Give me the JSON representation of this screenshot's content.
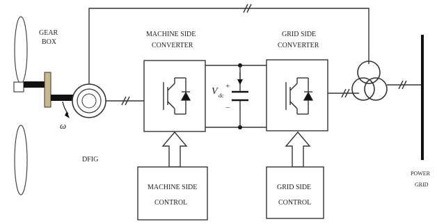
{
  "labels": {
    "gear_box_line1": "GEAR",
    "gear_box_line2": "BOX",
    "omega": "ω",
    "dfig": "DFIG",
    "msc_line1": "MACHINE SIDE",
    "msc_line2": "CONVERTER",
    "gsc_line1": "GRID SIDE",
    "gsc_line2": "CONVERTER",
    "vdc_main": "V",
    "vdc_sub": "dc",
    "plus": "+",
    "minus": "−",
    "msctrl_line1": "MACHINE SIDE",
    "msctrl_line2": "CONTROL",
    "gsctrl_line1": "GRID SIDE",
    "gsctrl_line2": "CONTROL",
    "grid_line1": "POWER",
    "grid_line2": "GRID"
  },
  "colors": {
    "line": "#333333",
    "dark": "#111111",
    "gear": "#c8b88a"
  }
}
